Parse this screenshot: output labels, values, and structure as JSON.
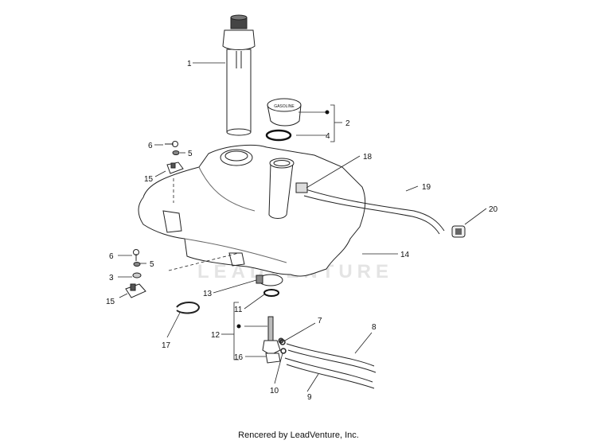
{
  "callouts": {
    "c1": "1",
    "c2": "2",
    "c3": "3",
    "c4": "4",
    "c5a": "5",
    "c5b": "5",
    "c6a": "6",
    "c6b": "6",
    "c7": "7",
    "c8": "8",
    "c9": "9",
    "c10": "10",
    "c11": "11",
    "c12": "12",
    "c13": "13",
    "c14": "14",
    "c15a": "15",
    "c15b": "15",
    "c16": "16",
    "c17": "17",
    "c18": "18",
    "c19": "19",
    "c20": "20"
  },
  "cap_text": "GASOLINE",
  "watermark": "LEADVENTURE",
  "footer": "Rencered by LeadVenture, Inc."
}
